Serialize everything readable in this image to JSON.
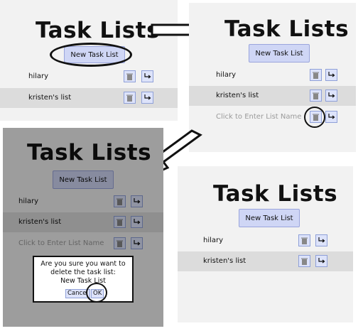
{
  "app": {
    "title": "Task Lists",
    "new_list_button": "New Task List",
    "lists": [
      {
        "name": "hilary"
      },
      {
        "name": "kristen's list"
      }
    ],
    "new_list_placeholder": "Click to Enter List Name"
  },
  "dialog": {
    "line1": "Are you sure you want to",
    "line2": "delete the task list:",
    "line3": "New Task List",
    "cancel_label": "Cancel",
    "ok_label": "OK"
  },
  "icons": {
    "delete": "trash-icon",
    "open": "arrow-enter-icon",
    "flow": "arrow-right-outline-icon"
  },
  "colors": {
    "button_bg": "#cfd6f5",
    "button_border": "#9aa5dc",
    "row_alt": "#dcdcdc",
    "panel_bg": "#f2f2f2"
  }
}
